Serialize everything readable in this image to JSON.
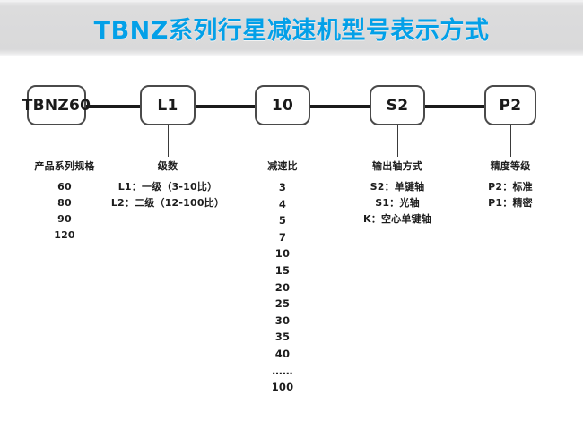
{
  "header": {
    "title": "TBNZ系列行星减速机型号表示方式",
    "title_color": "#03a0e8",
    "background_color": "#dcdcdd"
  },
  "diagram": {
    "type": "model-code-breakdown",
    "nodes": [
      {
        "id": "series",
        "label": "TBNZ60"
      },
      {
        "id": "stage",
        "label": "L1"
      },
      {
        "id": "ratio",
        "label": "10"
      },
      {
        "id": "shaft",
        "label": "S2"
      },
      {
        "id": "precision",
        "label": "P2"
      }
    ],
    "columns": [
      {
        "id": "series",
        "header": "产品系列规格",
        "items": [
          "60",
          "80",
          "90",
          "120"
        ]
      },
      {
        "id": "stage",
        "header": "级数",
        "items": [
          "L1：一级（3-10比）",
          "L2：二级（12-100比）"
        ]
      },
      {
        "id": "ratio",
        "header": "减速比",
        "items": [
          "3",
          "4",
          "5",
          "7",
          "10",
          "15",
          "20",
          "25",
          "30",
          "35",
          "40",
          "……",
          "100"
        ]
      },
      {
        "id": "shaft",
        "header": "输出轴方式",
        "items": [
          "S2：单键轴",
          "S1：光轴",
          "K：空心单键轴"
        ]
      },
      {
        "id": "precision",
        "header": "精度等级",
        "items": [
          "P2：标准",
          "P1：精密"
        ]
      }
    ],
    "line_color": "#1b1b1b",
    "box_border_color": "#4a4a4a"
  }
}
